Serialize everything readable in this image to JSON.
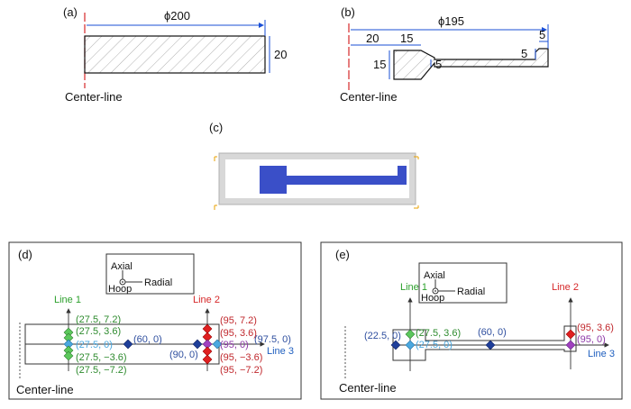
{
  "colors": {
    "centerline": "#d62728",
    "dim": "#1a4fd6",
    "line1": "#2ca02c",
    "line2": "#d62728",
    "line3": "#1f5fbf",
    "pt_green": "#5cc85c",
    "pt_cyan": "#4aa8e0",
    "pt_navy": "#1f3f9a",
    "pt_red": "#e02020",
    "pt_purple": "#a040c0",
    "label_green": "#2e8b2e",
    "label_blue": "#2f4f9f",
    "label_red": "#c0282d",
    "label_purple": "#8e3aa8",
    "fill_blue": "#3a4fc8"
  },
  "panel_a": {
    "tag": "(a)",
    "diameter": "ϕ200",
    "height": "20",
    "centerline": "Center-line"
  },
  "panel_b": {
    "tag": "(b)",
    "diameter": "ϕ195",
    "d1": "20",
    "d2": "15",
    "d3": "15",
    "d4": "5",
    "d5": "5",
    "d6": "5",
    "centerline": "Center-line"
  },
  "panel_c": {
    "tag": "(c)"
  },
  "panel_d": {
    "tag": "(d)",
    "axes": {
      "axial": "Axial",
      "hoop": "Hoop",
      "radial": "Radial"
    },
    "line1": "Line 1",
    "line2": "Line 2",
    "line3": "Line 3",
    "centerline": "Center-line",
    "l1_labels": [
      "(27.5, 7.2)",
      "(27.5, 3.6)",
      "(27.5, 0)",
      "(27.5, −3.6)",
      "(27.5, −7.2)"
    ],
    "mid_label": "(60, 0)",
    "left_red": "(90, 0)",
    "l2_labels": [
      "(95, 7.2)",
      "(95, 3.6)",
      "(95, 0)",
      "(95, −3.6)",
      "(95, −7.2)"
    ],
    "end_label": "(97.5, 0)"
  },
  "panel_e": {
    "tag": "(e)",
    "axes": {
      "axial": "Axial",
      "hoop": "Hoop",
      "radial": "Radial"
    },
    "line1": "Line 1",
    "line2": "Line 2",
    "line3": "Line 3",
    "centerline": "Center-line",
    "p_left": "(22.5, 0)",
    "p_l1_top": "(27.5, 3.6)",
    "p_l1_mid": "(27.5, 0)",
    "p_mid": "(60, 0)",
    "p_l2_top": "(95, 3.6)",
    "p_l2_mid": "(95, 0)"
  }
}
